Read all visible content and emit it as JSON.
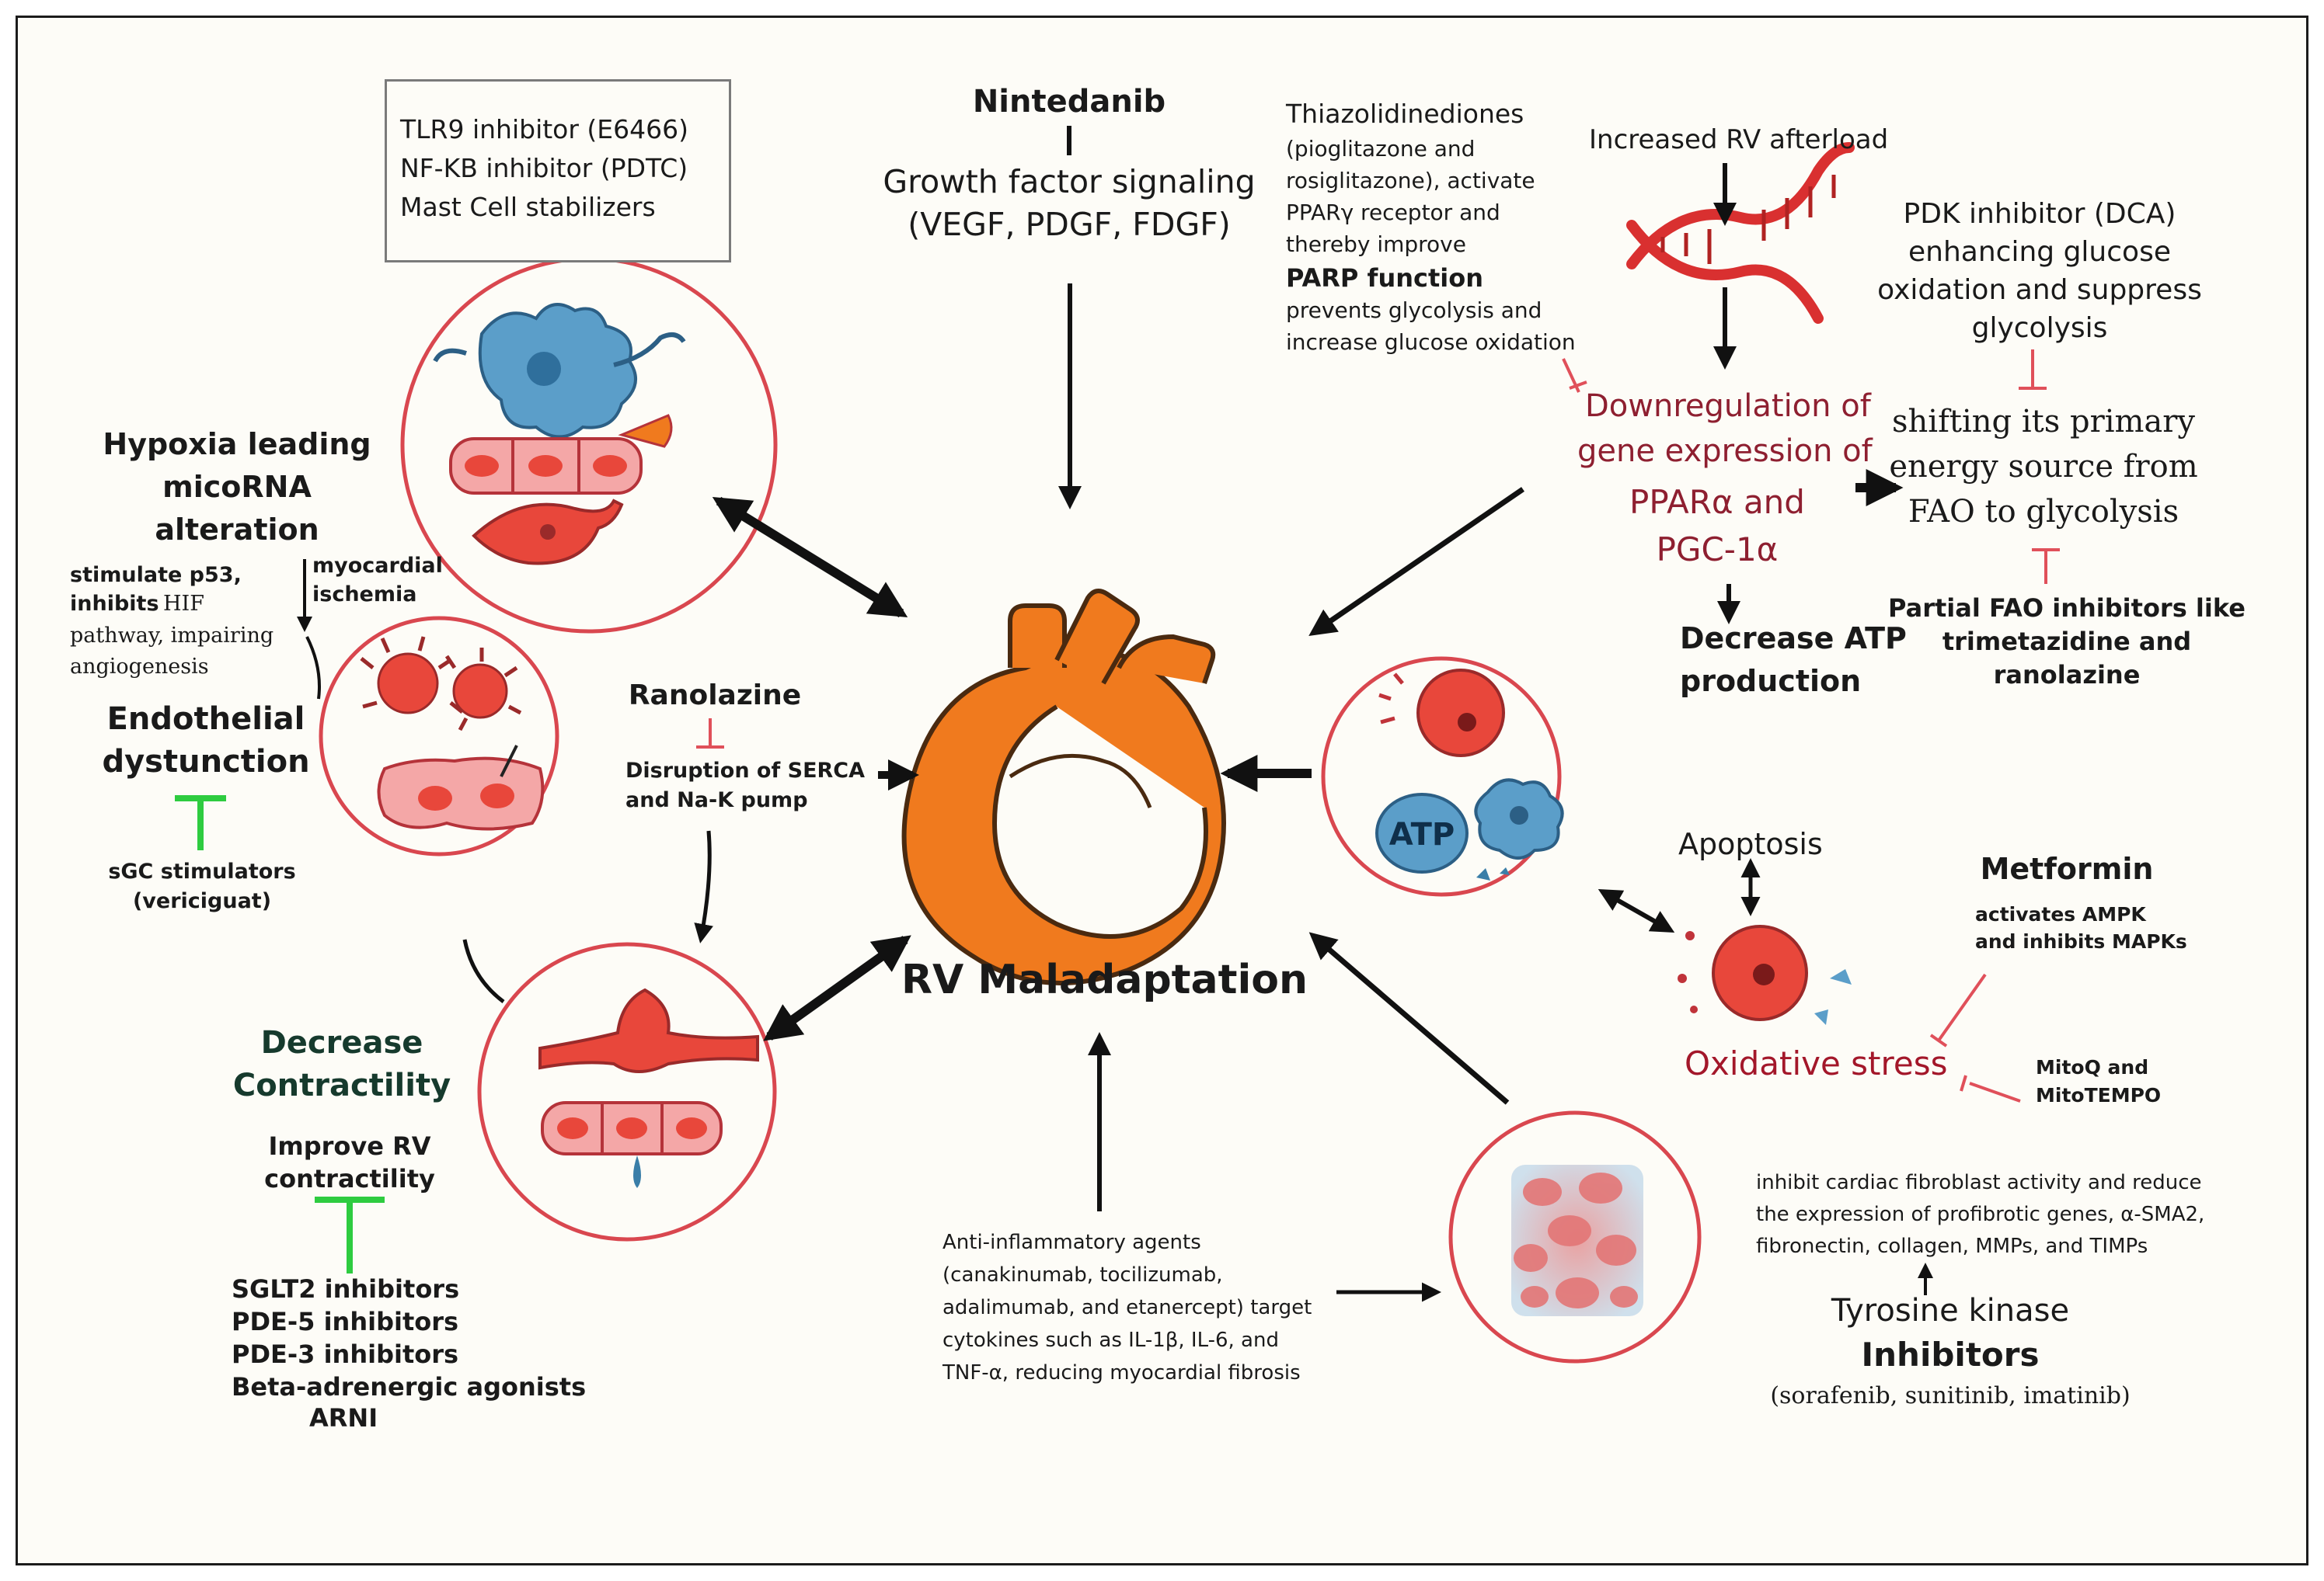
{
  "colors": {
    "background": "#fdfcf7",
    "circle_border": "#d9474f",
    "cell_fill": "#e8473b",
    "pink_cell": "#f4a7a7",
    "blue_cell": "#5b9ec9",
    "heart": "#f07a1e",
    "inhibitor_red": "#e0505a",
    "inhibitor_green": "#2ecc40",
    "dark_red_text": "#8e1f30",
    "oxidative_text": "#a3172a",
    "dark_green_text": "#163a2d"
  },
  "center": {
    "title": "RV Maladaptation"
  },
  "top_left_box": {
    "lines": [
      "TLR9 inhibitor (E6466)",
      "NF-KB inhibitor (PDTC)",
      "Mast Cell stabilizers"
    ]
  },
  "top_center": {
    "drug": "Nintedanib",
    "signal_line1": "Growth factor signaling",
    "signal_line2": "(VEGF, PDGF, FDGF)"
  },
  "thiazolidinediones": {
    "line1": "Thiazolidinediones",
    "line2": "(pioglitazone and",
    "line3": "rosiglitazone), activate",
    "line4": "PPARγ receptor and",
    "line5": "thereby improve",
    "parp": "PARP function",
    "line6": "prevents glycolysis and",
    "line7": "increase glucose oxidation"
  },
  "afterload": {
    "label": "Increased RV afterload",
    "downreg1": "Downregulation of",
    "downreg2": "gene expression of",
    "ppar": "PPARα and",
    "pgc": "PGC-1α",
    "atp1": "Decrease ATP",
    "atp2": "production"
  },
  "pdk": {
    "line1": "PDK inhibitor (DCA)",
    "line2": "enhancing glucose",
    "line3": "oxidation and suppress",
    "line4": "glycolysis"
  },
  "shift": {
    "line1": "shifting its primary",
    "line2": "energy source from",
    "line3": "FAO to glycolysis"
  },
  "partial_fao": {
    "line1": "Partial FAO inhibitors like",
    "line2": "trimetazidine and",
    "line3": "ranolazine"
  },
  "hypoxia": {
    "line1": "Hypoxia leading",
    "line2": "micoRNA",
    "line3": "alteration",
    "p53_1": "stimulate p53,",
    "p53_2": "inhibits",
    "hif": "HIF",
    "p53_3": "pathway, impairing",
    "p53_4": "angiogenesis",
    "ischemia1": "myocardial",
    "ischemia2": "ischemia"
  },
  "endothelial": {
    "line1": "Endothelial",
    "line2": "dystunction",
    "sgc1": "sGC stimulators",
    "sgc2": "(vericiguat)"
  },
  "ranolazine": {
    "drug": "Ranolazine",
    "line1": "Disruption of SERCA",
    "line2": "and Na-K pump"
  },
  "contractility": {
    "line1": "Decrease",
    "line2": "Contractility",
    "improve1": "Improve RV",
    "improve2": "contractility",
    "drugs": [
      "SGLT2 inhibitors",
      "PDE-5 inhibitors",
      "PDE-3 inhibitors",
      "Beta-adrenergic agonists",
      "ARNI"
    ]
  },
  "apoptosis": {
    "label": "Apoptosis",
    "atp_label": "ATP",
    "oxidative": "Oxidative stress"
  },
  "metformin": {
    "drug": "Metformin",
    "line1": "activates AMPK",
    "line2": "and inhibits MAPKs",
    "mito1": "MitoQ and",
    "mito2": "MitoTEMPO"
  },
  "anti_inflammatory": {
    "lines": [
      "Anti-inflammatory agents",
      "(canakinumab, tocilizumab,",
      "adalimumab, and etanercept) target",
      "cytokines such as IL-1β, IL-6, and",
      "TNF-α, reducing myocardial fibrosis"
    ]
  },
  "fibroblast": {
    "lines": [
      "inhibit cardiac fibroblast activity and reduce",
      "the expression of profibrotic genes, α-SMA2,",
      "fibronectin, collagen, MMPs, and TIMPs"
    ]
  },
  "tki": {
    "line1": "Tyrosine kinase",
    "line2": "Inhibitors",
    "line3": "(sorafenib, sunitinib, imatinib)"
  }
}
